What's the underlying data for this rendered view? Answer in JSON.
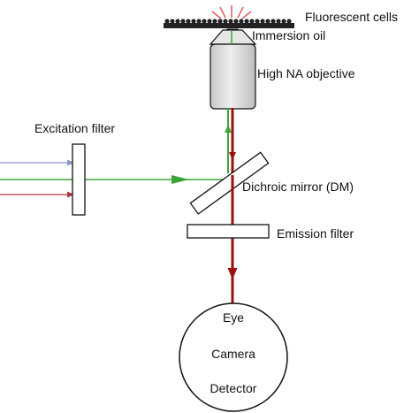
{
  "labels": {
    "fluorescent_cells": "Fluorescent cells",
    "immersion_oil": "Immersion oil",
    "objective": "High NA objective",
    "excitation_filter": "Excitation filter",
    "dichroic_mirror": "Dichroic mirror (DM)",
    "emission_filter": "Emission filter",
    "eye": "Eye",
    "camera": "Camera",
    "detector": "Detector"
  },
  "colors": {
    "excitation_light": "#3aa63a",
    "emission_light": "#9b1010",
    "blue_light": "#8a95c8",
    "red_light": "#b0353a",
    "cell_glow": "#e05a5a",
    "outline": "#111111",
    "objective_fill": "#d9d9d9"
  }
}
